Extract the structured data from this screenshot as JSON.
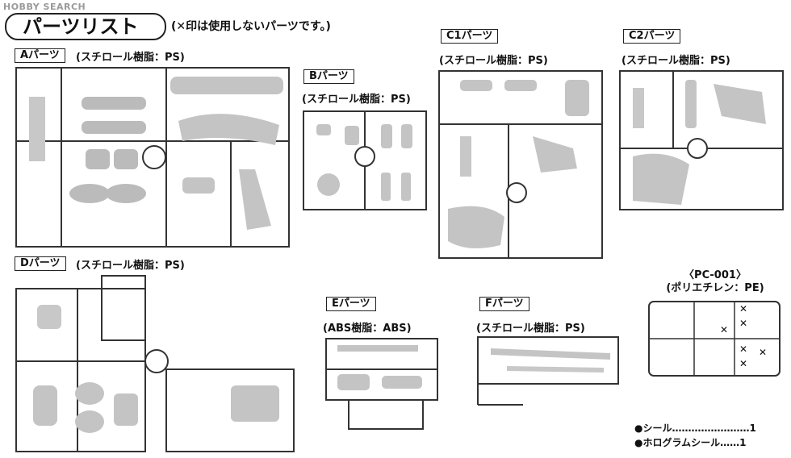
{
  "watermark": "HOBBY SEARCH",
  "header": {
    "title": "パーツリスト",
    "note": "(✕印は使用しないパーツです。)"
  },
  "sections": {
    "A": {
      "label": "Aパーツ",
      "material": "(スチロール樹脂：PS)"
    },
    "B": {
      "label": "Bパーツ",
      "material": "(スチロール樹脂：PS)"
    },
    "C1": {
      "label": "C1パーツ",
      "material": "(スチロール樹脂：PS)"
    },
    "C2": {
      "label": "C2パーツ",
      "material": "(スチロール樹脂：PS)"
    },
    "D": {
      "label": "Dパーツ",
      "material": "(スチロール樹脂：PS)"
    },
    "E": {
      "label": "Eパーツ",
      "material": "(ABS樹脂：ABS)"
    },
    "F": {
      "label": "Fパーツ",
      "material": "(スチロール樹脂：PS)"
    },
    "PC": {
      "label": "〈PC-001〉",
      "material": "(ポリエチレン：PE)"
    }
  },
  "legend": [
    {
      "text": "●シール……………………1"
    },
    {
      "text": "●ホログラムシール……1"
    }
  ]
}
